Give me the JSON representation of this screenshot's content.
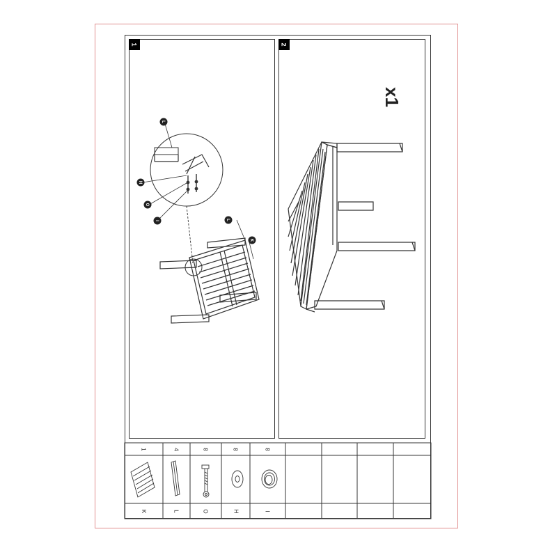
{
  "steps": [
    {
      "number": "1"
    },
    {
      "number": "2",
      "quantity": "x1"
    }
  ],
  "callouts": {
    "l_top": "L",
    "h": "H",
    "o": "O",
    "i": "I",
    "l_main": "L",
    "k": "K"
  },
  "parts": [
    {
      "qty": "1",
      "code": "K",
      "icon": "slatted-tabletop-icon"
    },
    {
      "qty": "4",
      "code": "L",
      "icon": "table-leg-icon"
    },
    {
      "qty": "8",
      "code": "O",
      "icon": "bolt-icon"
    },
    {
      "qty": "8",
      "code": "H",
      "icon": "washer-icon"
    },
    {
      "qty": "8",
      "code": "I",
      "icon": "lock-washer-icon"
    }
  ]
}
